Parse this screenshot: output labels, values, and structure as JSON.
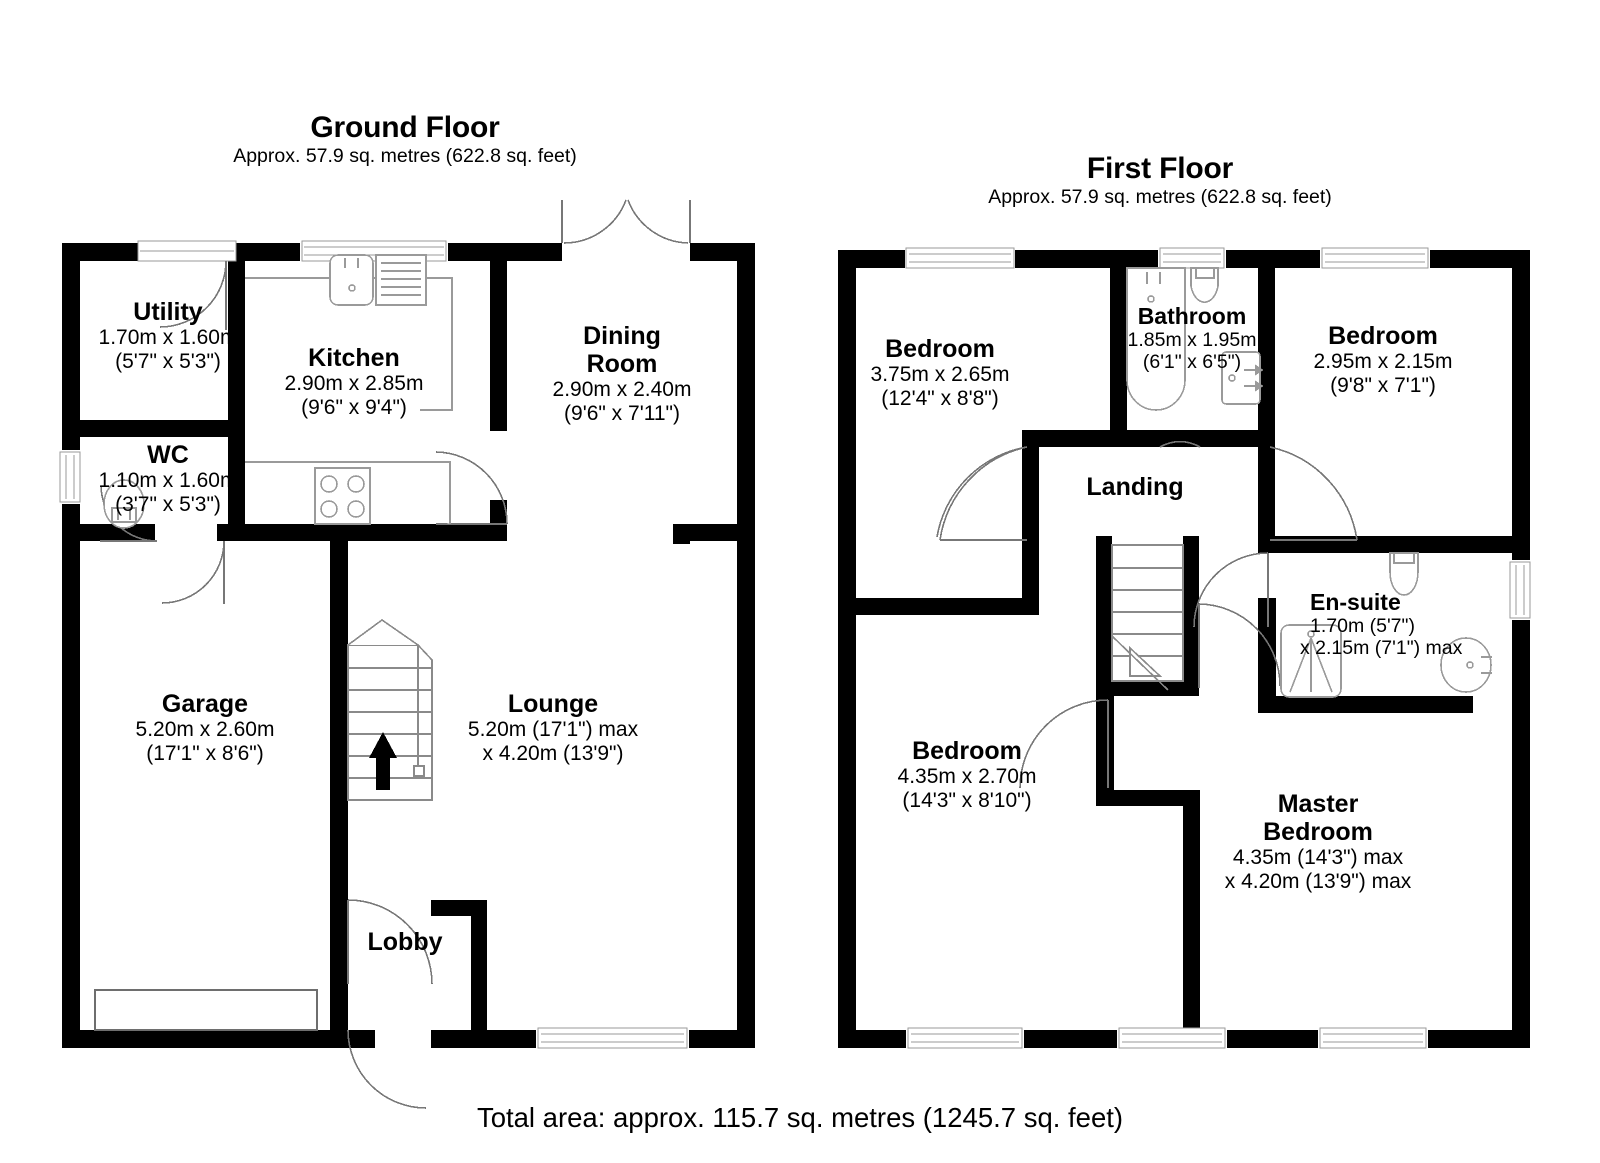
{
  "document": {
    "type": "floor-plan",
    "total_area": "Total area: approx. 115.7 sq. metres (1245.7 sq. feet)"
  },
  "floors": [
    {
      "id": "ground",
      "title": "Ground Floor",
      "area": "Approx. 57.9 sq. metres (622.8 sq. feet)",
      "rooms": [
        {
          "id": "utility",
          "name": "Utility",
          "dim_m": "1.70m x 1.60m",
          "dim_ft": "(5'7\" x 5'3\")"
        },
        {
          "id": "kitchen",
          "name": "Kitchen",
          "dim_m": "2.90m x 2.85m",
          "dim_ft": "(9'6\" x 9'4\")"
        },
        {
          "id": "dining",
          "name": "Dining",
          "name2": "Room",
          "dim_m": "2.90m x 2.40m",
          "dim_ft": "(9'6\" x 7'11\")"
        },
        {
          "id": "wc",
          "name": "WC",
          "dim_m": "1.10m x 1.60m",
          "dim_ft": "(3'7\" x 5'3\")"
        },
        {
          "id": "garage",
          "name": "Garage",
          "dim_m": "5.20m x 2.60m",
          "dim_ft": "(17'1\" x 8'6\")"
        },
        {
          "id": "lounge",
          "name": "Lounge",
          "dim_m": "5.20m (17'1\") max",
          "dim_ft": "x 4.20m (13'9\")"
        },
        {
          "id": "lobby",
          "name": "Lobby",
          "dim_m": "",
          "dim_ft": ""
        }
      ]
    },
    {
      "id": "first",
      "title": "First Floor",
      "area": "Approx. 57.9 sq. metres (622.8 sq. feet)",
      "rooms": [
        {
          "id": "bedroom2",
          "name": "Bedroom",
          "dim_m": "3.75m x 2.65m",
          "dim_ft": "(12'4\" x 8'8\")"
        },
        {
          "id": "bathroom",
          "name": "Bathroom",
          "dim_m": "1.85m x 1.95m",
          "dim_ft": "(6'1\" x 6'5\")"
        },
        {
          "id": "bedroom4",
          "name": "Bedroom",
          "dim_m": "2.95m x 2.15m",
          "dim_ft": "(9'8\" x 7'1\")"
        },
        {
          "id": "landing",
          "name": "Landing",
          "dim_m": "",
          "dim_ft": ""
        },
        {
          "id": "ensuite",
          "name": "En-suite",
          "dim_m": "1.70m (5'7\")",
          "dim_ft": "x 2.15m (7'1\") max"
        },
        {
          "id": "bedroom3",
          "name": "Bedroom",
          "dim_m": "4.35m x 2.70m",
          "dim_ft": "(14'3\" x 8'10\")"
        },
        {
          "id": "master",
          "name": "Master",
          "name2": "Bedroom",
          "dim_m": "4.35m (14'3\") max",
          "dim_ft": "x 4.20m (13'9\") max"
        }
      ]
    }
  ],
  "colors": {
    "wall": "#000000",
    "fixture_line": "#8a8a8a",
    "background": "#ffffff",
    "text": "#000000"
  }
}
